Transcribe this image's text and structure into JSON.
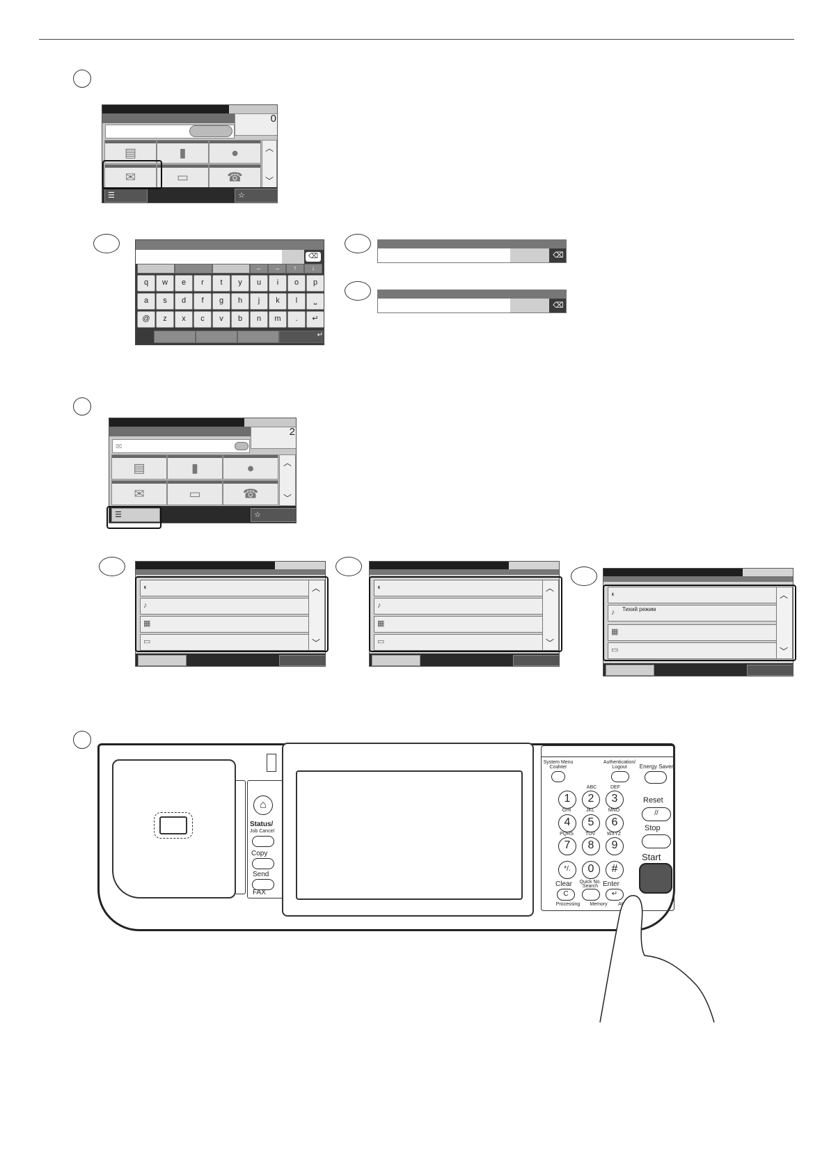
{
  "screen1": {
    "counter": "0"
  },
  "screen2": {
    "counter": "2"
  },
  "keyboard": {
    "row1": [
      "q",
      "w",
      "e",
      "r",
      "t",
      "y",
      "u",
      "i",
      "o",
      "p"
    ],
    "row2": [
      "a",
      "s",
      "d",
      "f",
      "g",
      "h",
      "j",
      "k",
      "l",
      "⎵"
    ],
    "row3": [
      "@",
      "z",
      "x",
      "c",
      "v",
      "b",
      "n",
      "m",
      ".",
      "↵"
    ],
    "arrows": [
      "←",
      "→",
      "↑",
      "↓"
    ]
  },
  "list3": {
    "item_quiet": "Тихий режим"
  },
  "panel": {
    "system_menu": "System Menu /",
    "counter": "Counter",
    "auth": "Authentication/",
    "logout": "Logout",
    "energy": "Energy Saver",
    "abc": "ABC",
    "def": "DEF",
    "ghi": "GHI",
    "jkl": "JKL",
    "mno": "MNO",
    "pqrs": "PQRS",
    "tuv": "TUV",
    "wxyz": "WXYZ",
    "k1": "1",
    "k2": "2",
    "k3": "3",
    "k4": "4",
    "k5": "5",
    "k6": "6",
    "k7": "7",
    "k8": "8",
    "k9": "9",
    "k0": "0",
    "kstar": "*/.",
    "khash": "#",
    "reset": "Reset",
    "stop": "Stop",
    "start": "Start",
    "clear": "Clear",
    "clear_key": "C",
    "quick": "Quick No.",
    "search": "Search",
    "enter": "Enter",
    "processing": "Processing",
    "memory": "Memory",
    "attention": "Attention",
    "status": "Status/",
    "job_cancel": "Job Cancel",
    "copy": "Copy",
    "send": "Send",
    "fax": "FAX"
  }
}
